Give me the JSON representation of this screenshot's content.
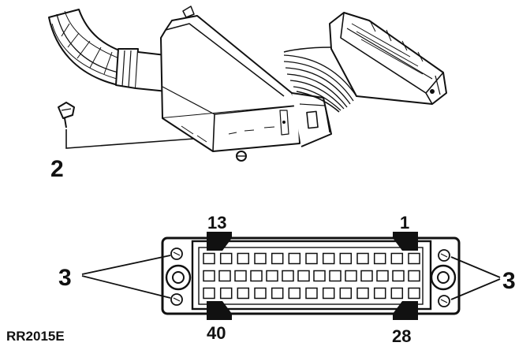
{
  "labels": {
    "callout_2": "2",
    "callout_3_left": "3",
    "callout_3_right": "3",
    "pin_13": "13",
    "pin_1": "1",
    "pin_40": "40",
    "pin_28": "28"
  },
  "figure_ref": "RR2015E",
  "connector": {
    "rows": [
      13,
      14,
      13
    ],
    "pin_range_first": 1,
    "pin_range_last": 40
  },
  "colors": {
    "ink": "#111111",
    "paper": "#ffffff"
  }
}
